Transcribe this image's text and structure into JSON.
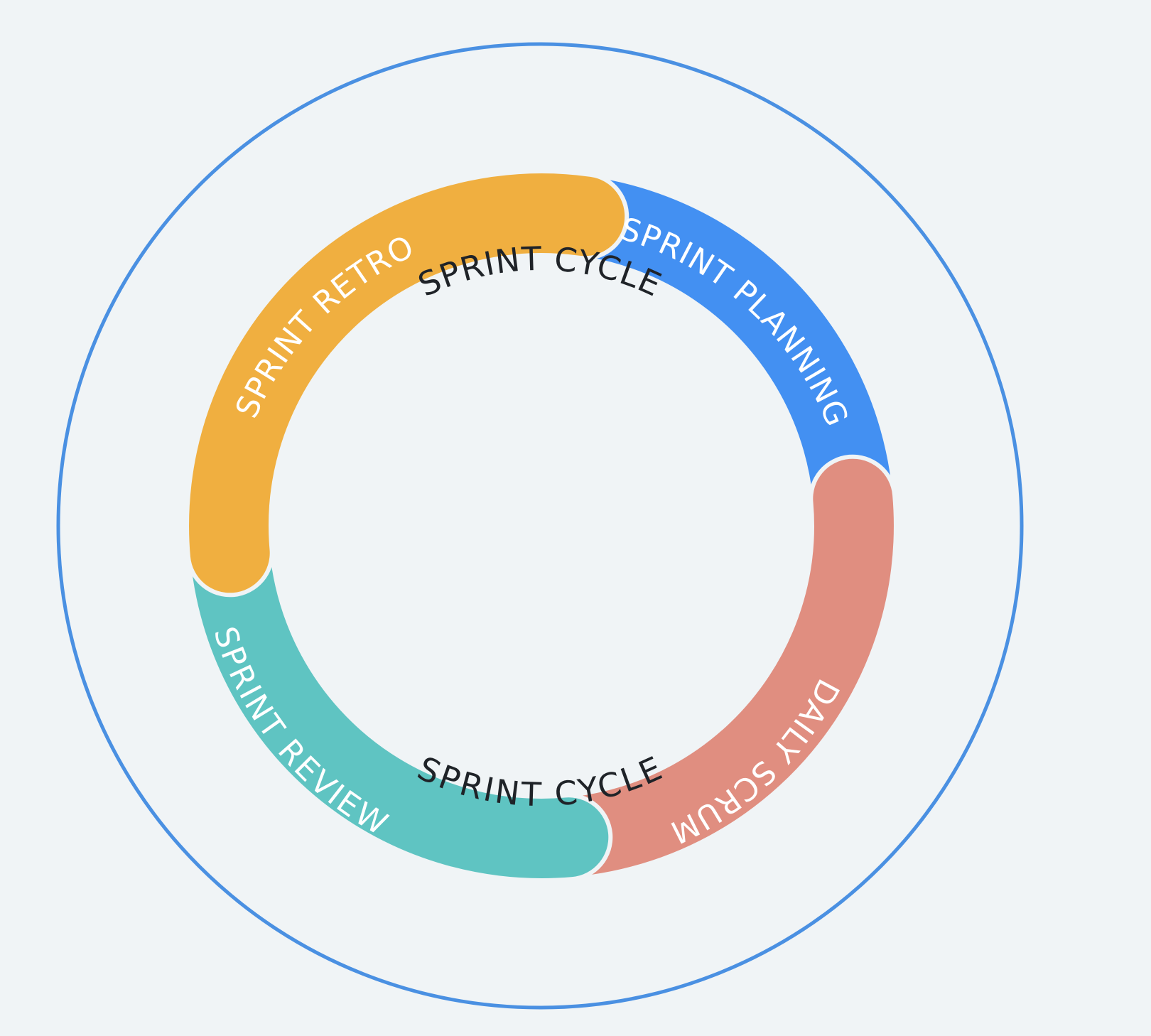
{
  "colors": {
    "background": "#f0f4f6",
    "outer_ring": "#4a90e2",
    "phase_text": "#ffffff",
    "cycle_text": "#1f2328",
    "segment_gap": "#f0f4f6"
  },
  "diagram": {
    "cycle_label_top": "SPRINT CYCLE",
    "cycle_label_bottom": "SPRINT CYCLE",
    "phases": [
      {
        "label": "SPRINT PLANNING",
        "color": "#4390f2"
      },
      {
        "label": "DAILY SCRUM",
        "color": "#e08e80"
      },
      {
        "label": "SPRINT REVIEW",
        "color": "#5fc4c2"
      },
      {
        "label": "SPRINT RETRO",
        "color": "#f0af40"
      }
    ]
  }
}
